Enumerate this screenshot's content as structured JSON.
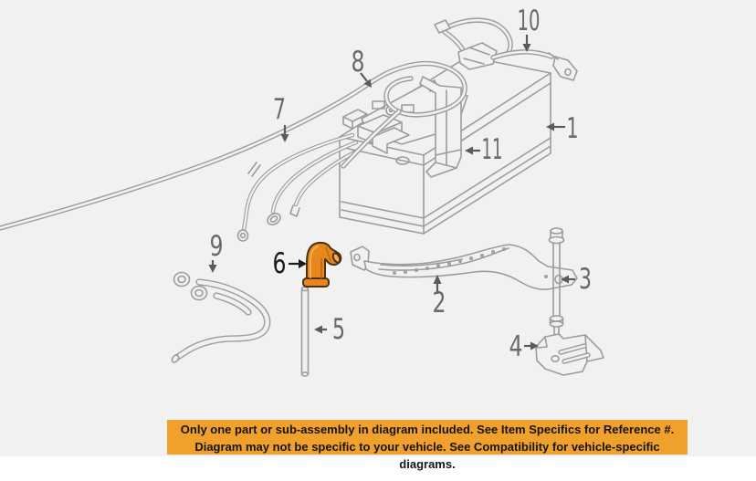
{
  "colors": {
    "canvas_background": "#F2F1F1",
    "footer_background": "#FFFFFF",
    "diagram_line": "#9C9C9C",
    "callout_number": "#6A6A6A",
    "highlight_callout_number": "#1C1C1C",
    "highlighted_part_fill": "#E8871D",
    "highlighted_part_outline": "#4A3110",
    "banner_background": "#F0A12B",
    "banner_text": "#141414"
  },
  "diagram": {
    "type": "oem-parts-exploded-diagram",
    "subject": "battery-and-cables",
    "highlighted_ref": "6",
    "callouts": [
      {
        "label": "1"
      },
      {
        "label": "2"
      },
      {
        "label": "3"
      },
      {
        "label": "4"
      },
      {
        "label": "5"
      },
      {
        "label": "6"
      },
      {
        "label": "7"
      },
      {
        "label": "8"
      },
      {
        "label": "9"
      },
      {
        "label": "10"
      },
      {
        "label": "11"
      }
    ],
    "parts": [
      {
        "ref": "1",
        "name": "battery"
      },
      {
        "ref": "2",
        "name": "battery-hold-down-strap"
      },
      {
        "ref": "3",
        "name": "hold-down-bolt"
      },
      {
        "ref": "4",
        "name": "hold-down-wedge-bracket"
      },
      {
        "ref": "5",
        "name": "vent-tube"
      },
      {
        "ref": "6",
        "name": "vent-tube-elbow-connector",
        "highlighted": true
      },
      {
        "ref": "7",
        "name": "battery-cables"
      },
      {
        "ref": "8",
        "name": "positive-battery-cable"
      },
      {
        "ref": "9",
        "name": "vent-hose"
      },
      {
        "ref": "10",
        "name": "negative-battery-cable"
      },
      {
        "ref": "11",
        "name": "battery-bracket"
      }
    ]
  },
  "notice_banner": {
    "line1": "Only one part or sub-assembly in diagram included. See Item Specifics for Reference #.",
    "line2": "Diagram may not be specific to your vehicle. See Compatibility for vehicle-specific diagrams."
  }
}
